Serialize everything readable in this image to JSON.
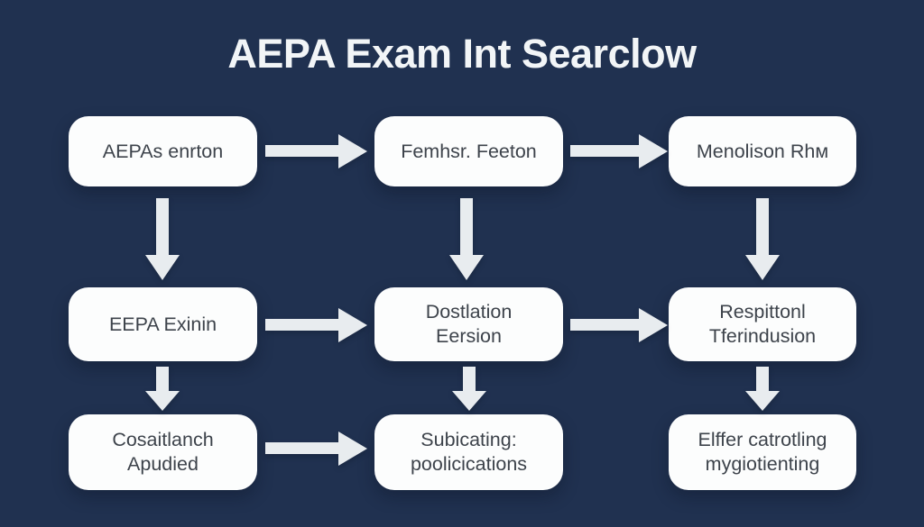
{
  "title": "AEPA Exam Int Searclow",
  "colors": {
    "background": "#203150",
    "node_bg": "#fcfdfd",
    "node_text": "#3d434b",
    "arrow": "#e8ecef",
    "title_text": "#f2f5f7"
  },
  "nodes": [
    [
      "AEPAs enrton",
      "Femhsr. Feeton",
      "Menolison Rhм"
    ],
    [
      "EEPA Exinin",
      "Dostlation Eersion",
      "Respittonl Tferindusion"
    ],
    [
      "Cosaitlanch Apudied",
      "Subicating: poolicications",
      "Elffer catrotling mygiotienting"
    ]
  ],
  "connections": [
    {
      "from": "r1c1",
      "to": "r1c2",
      "direction": "right"
    },
    {
      "from": "r1c2",
      "to": "r1c3",
      "direction": "right"
    },
    {
      "from": "r1c1",
      "to": "r2c1",
      "direction": "down"
    },
    {
      "from": "r1c2",
      "to": "r2c2",
      "direction": "down"
    },
    {
      "from": "r1c3",
      "to": "r2c3",
      "direction": "down"
    },
    {
      "from": "r2c1",
      "to": "r2c2",
      "direction": "right"
    },
    {
      "from": "r2c2",
      "to": "r2c3",
      "direction": "right"
    },
    {
      "from": "r2c1",
      "to": "r3c1",
      "direction": "down"
    },
    {
      "from": "r2c2",
      "to": "r3c2",
      "direction": "down"
    },
    {
      "from": "r2c3",
      "to": "r3c3",
      "direction": "down"
    },
    {
      "from": "r3c1",
      "to": "r3c2",
      "direction": "right"
    }
  ]
}
